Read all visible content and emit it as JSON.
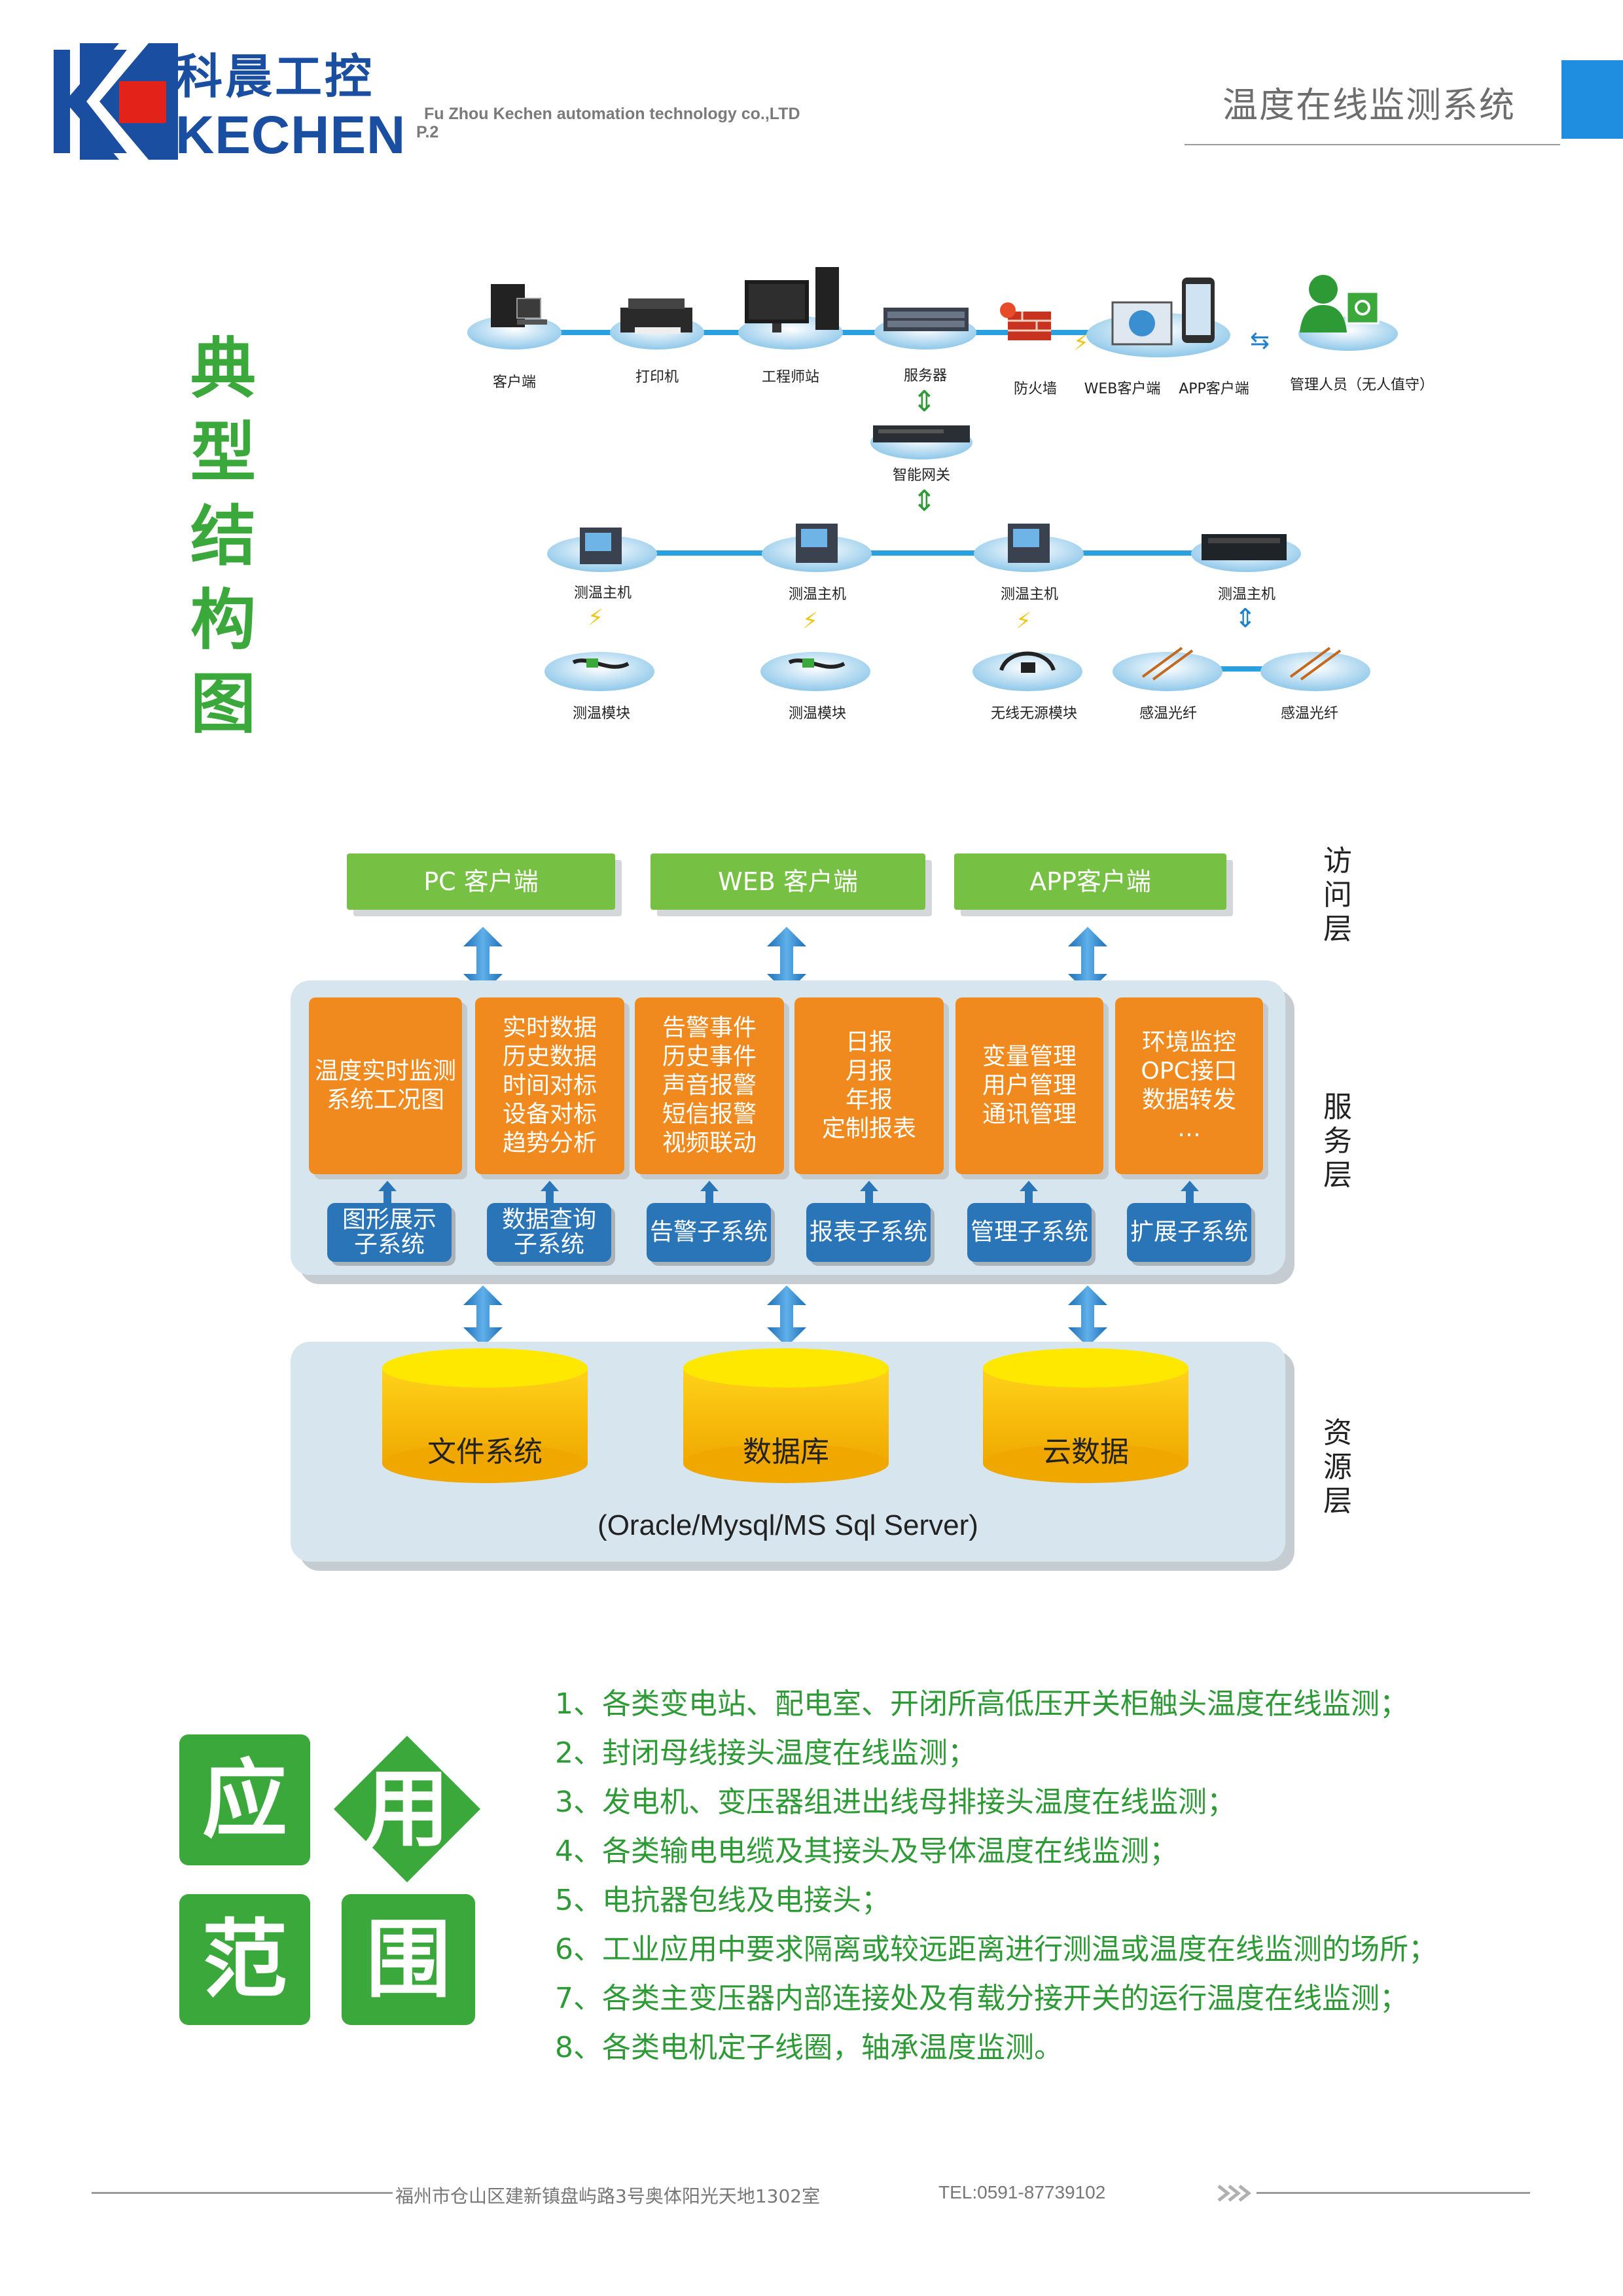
{
  "header": {
    "brand_cn": "科晨工控",
    "brand_en": "KECHEN",
    "company_en": "Fu Zhou Kechen automation technology co.,LTD",
    "page_no": "P.2",
    "doc_title": "温度在线监测系统"
  },
  "colors": {
    "brand_blue": "#1a4ea0",
    "accent_blue": "#1f8ee0",
    "title_green": "#3aa83a",
    "client_green": "#76c043",
    "service_orange": "#f08a1e",
    "subsystem_blue": "#2a74b8",
    "db_yellow": "#f5c000",
    "panel_bg": "#d7e6ee"
  },
  "topology": {
    "title_chars": [
      "典",
      "型",
      "结",
      "构",
      "图"
    ],
    "top_row": [
      "客户端",
      "打印机",
      "工程师站",
      "服务器",
      "防火墙",
      "WEB客户端",
      "APP客户端",
      "管理人员（无人值守）"
    ],
    "gateway": "智能网关",
    "hosts": [
      "测温主机",
      "测温主机",
      "测温主机",
      "测温主机"
    ],
    "sensors": [
      "测温模块",
      "测温模块",
      "无线无源模块",
      "感温光纤",
      "感温光纤"
    ]
  },
  "architecture": {
    "clients": [
      "PC 客户端",
      "WEB 客户端",
      "APP客户端"
    ],
    "layers": {
      "access": "访问层",
      "service": "服务层",
      "resource": "资源层"
    },
    "services": [
      {
        "lines": [
          "温度实时监测",
          "系统工况图"
        ]
      },
      {
        "lines": [
          "实时数据",
          "历史数据",
          "时间对标",
          "设备对标",
          "趋势分析"
        ]
      },
      {
        "lines": [
          "告警事件",
          "历史事件",
          "声音报警",
          "短信报警",
          "视频联动"
        ]
      },
      {
        "lines": [
          "日报",
          "月报",
          "年报",
          "定制报表"
        ]
      },
      {
        "lines": [
          "变量管理",
          "用户管理",
          "通讯管理"
        ]
      },
      {
        "lines": [
          "环境监控",
          "OPC接口",
          "数据转发",
          "…"
        ]
      }
    ],
    "subsystems": [
      {
        "lines": [
          "图形展示",
          "子系统"
        ]
      },
      {
        "lines": [
          "数据查询",
          "子系统"
        ]
      },
      {
        "lines": [
          "告警子系统"
        ]
      },
      {
        "lines": [
          "报表子系统"
        ]
      },
      {
        "lines": [
          "管理子系统"
        ]
      },
      {
        "lines": [
          "扩展子系统"
        ]
      }
    ],
    "databases": [
      "文件系统",
      "数据库",
      "云数据"
    ],
    "db_note": "(Oracle/Mysql/MS Sql Server)"
  },
  "scope": {
    "tiles": [
      "应",
      "用",
      "范",
      "围"
    ],
    "items": [
      "1、各类变电站、配电室、开闭所高低压开关柜触头温度在线监测；",
      "2、封闭母线接头温度在线监测；",
      "3、发电机、变压器组进出线母排接头温度在线监测；",
      "4、各类输电电缆及其接头及导体温度在线监测；",
      "5、电抗器包线及电接头；",
      "6、工业应用中要求隔离或较远距离进行测温或温度在线监测的场所；",
      "7、各类主变压器内部连接处及有载分接开关的运行温度在线监测；",
      "8、各类电机定子线圈，轴承温度监测。"
    ]
  },
  "footer": {
    "address": "福州市仓山区建新镇盘屿路3号奥体阳光天地1302室",
    "tel": "TEL:0591-87739102"
  }
}
